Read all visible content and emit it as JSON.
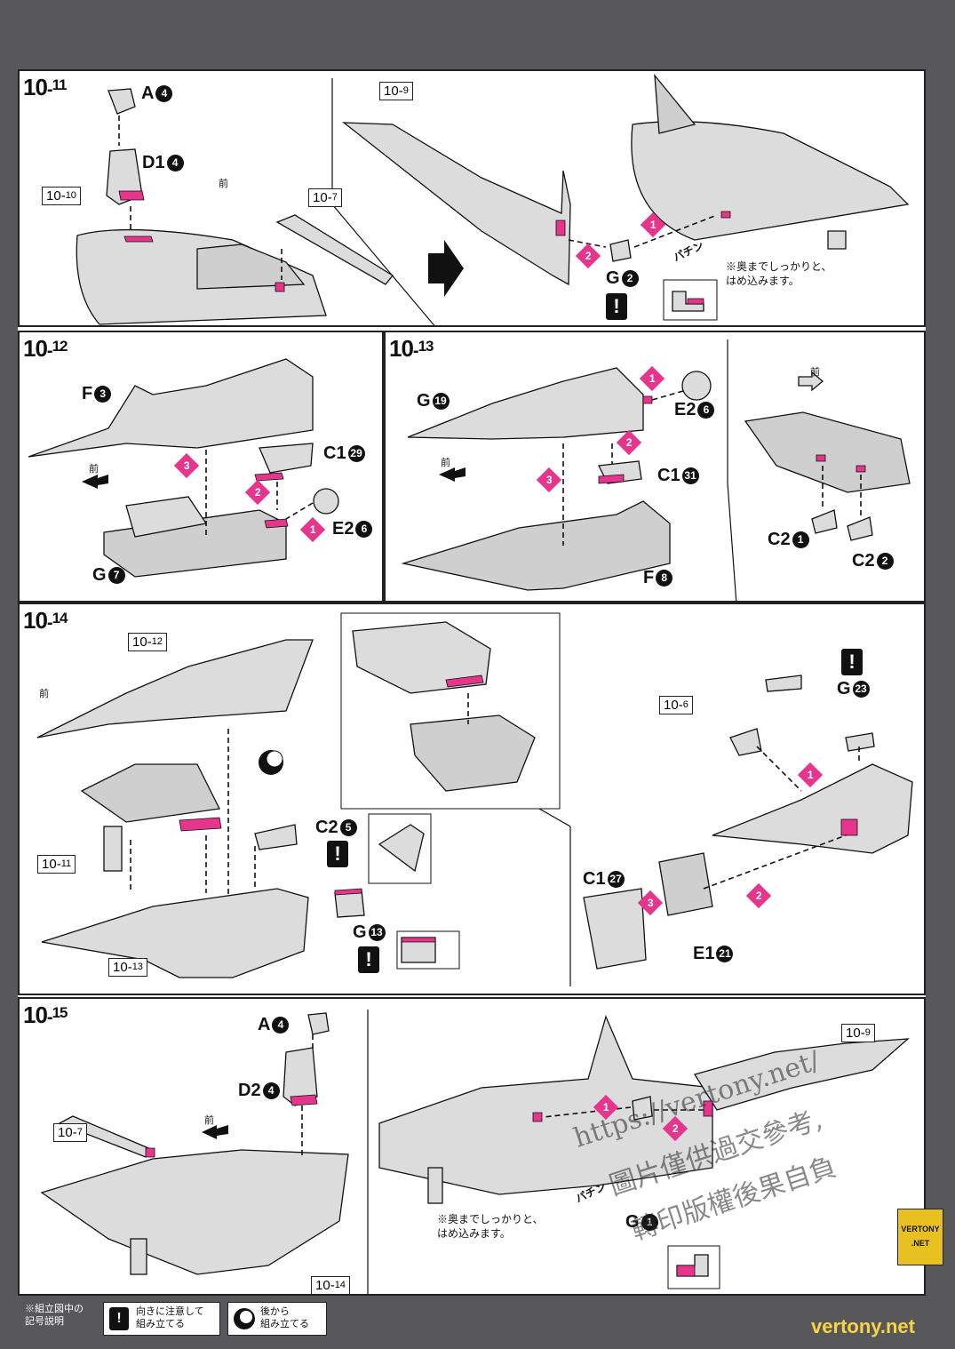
{
  "steps": {
    "s1011": {
      "num": "10",
      "sub": "11",
      "refs": {
        "a": "10",
        "a_sub": "10",
        "b": "10",
        "b_sub": "7",
        "c": "10",
        "c_sub": "9"
      },
      "parts": {
        "a4": "A",
        "a4_num": "4",
        "d14": "D1",
        "d14_num": "4",
        "g2": "G",
        "g2_num": "2"
      },
      "front": "前",
      "note": "※奥までしっかりと、\nはめ込みます。",
      "snap": "パチン"
    },
    "s1012": {
      "num": "10",
      "sub": "12",
      "parts": {
        "f3": "F",
        "f3_num": "3",
        "c129": "C1",
        "c129_num": "29",
        "e26": "E2",
        "e26_num": "6",
        "g7": "G",
        "g7_num": "7"
      },
      "front": "前"
    },
    "s1013": {
      "num": "10",
      "sub": "13",
      "parts": {
        "g19": "G",
        "g19_num": "19",
        "e26": "E2",
        "e26_num": "6",
        "c131": "C1",
        "c131_num": "31",
        "f8": "F",
        "f8_num": "8",
        "c21": "C2",
        "c21_num": "1",
        "c22": "C2",
        "c22_num": "2"
      },
      "front": "前"
    },
    "s1014": {
      "num": "10",
      "sub": "14",
      "refs": {
        "a": "10",
        "a_sub": "12",
        "b": "10",
        "b_sub": "11",
        "c": "10",
        "c_sub": "13",
        "d": "10",
        "d_sub": "6"
      },
      "parts": {
        "c25": "C2",
        "c25_num": "5",
        "g13": "G",
        "g13_num": "13",
        "g23": "G",
        "g23_num": "23",
        "c127": "C1",
        "c127_num": "27",
        "e121": "E1",
        "e121_num": "21"
      },
      "front": "前"
    },
    "s1015": {
      "num": "10",
      "sub": "15",
      "refs": {
        "a": "10",
        "a_sub": "7",
        "b": "10",
        "b_sub": "14",
        "c": "10",
        "c_sub": "9"
      },
      "parts": {
        "a4": "A",
        "a4_num": "4",
        "d24": "D2",
        "d24_num": "4",
        "g1": "G",
        "g1_num": "1"
      },
      "front": "前",
      "note": "※奥までしっかりと、\nはめ込みます。",
      "snap": "パチン"
    }
  },
  "badges": {
    "one": "1",
    "two": "2",
    "three": "3"
  },
  "warn_symbol": "!",
  "legend": {
    "title": "※組立図中の\n記号説明",
    "item1": "向きに注意して\n組み立てる",
    "item2": "後から\n組み立てる"
  },
  "watermark": {
    "url": "https://vertony.net/",
    "cn1": "圖片僅供過交參考,",
    "cn2": "轉印版權後果自負"
  },
  "brand": {
    "line1": "VERTONY",
    "line2": ".NET"
  },
  "site": "vertony.net",
  "colors": {
    "accent": "#e5358c",
    "frame": "#58585a"
  }
}
